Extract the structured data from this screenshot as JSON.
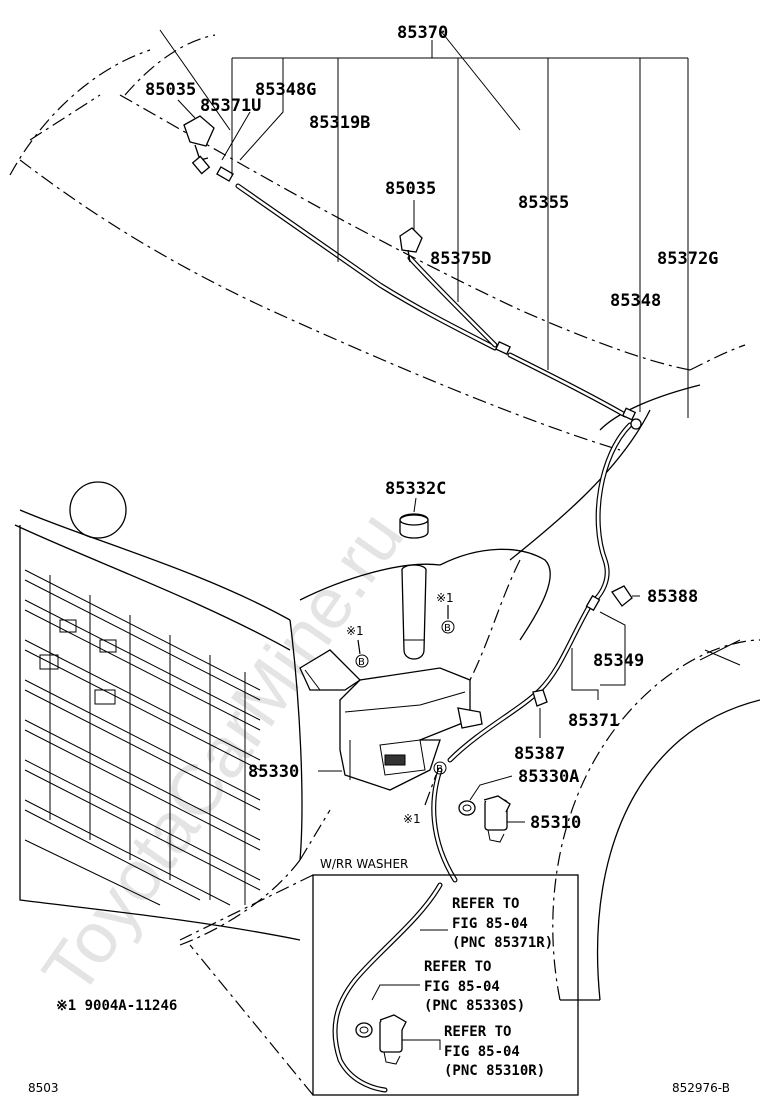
{
  "watermark": "ToyotaCarMine.ru",
  "part_labels": {
    "p85370": "85370",
    "p85035_left": "85035",
    "p85348G": "85348G",
    "p85371U": "85371U",
    "p85319B": "85319B",
    "p85035_center": "85035",
    "p85355": "85355",
    "p85375D": "85375D",
    "p85372G": "85372G",
    "p85348": "85348",
    "p85332C": "85332C",
    "p85388": "85388",
    "p85349": "85349",
    "p85371": "85371",
    "p85387": "85387",
    "p85330A": "85330A",
    "p85330": "85330",
    "p85310": "85310"
  },
  "markers": {
    "note_mark": "※1",
    "b_mark": "B"
  },
  "inset": {
    "title": "W/RR WASHER",
    "refs": [
      {
        "line1": "REFER TO",
        "line2": "FIG 85-04",
        "line3": "(PNC 85371R)"
      },
      {
        "line1": "REFER TO",
        "line2": "FIG 85-04",
        "line3": "(PNC 85330S)"
      },
      {
        "line1": "REFER TO",
        "line2": "FIG 85-04",
        "line3": "(PNC 85310R)"
      }
    ]
  },
  "footnote": "※1  9004A-11246",
  "footer": {
    "left_code": "8503",
    "right_code": "852976-B"
  }
}
